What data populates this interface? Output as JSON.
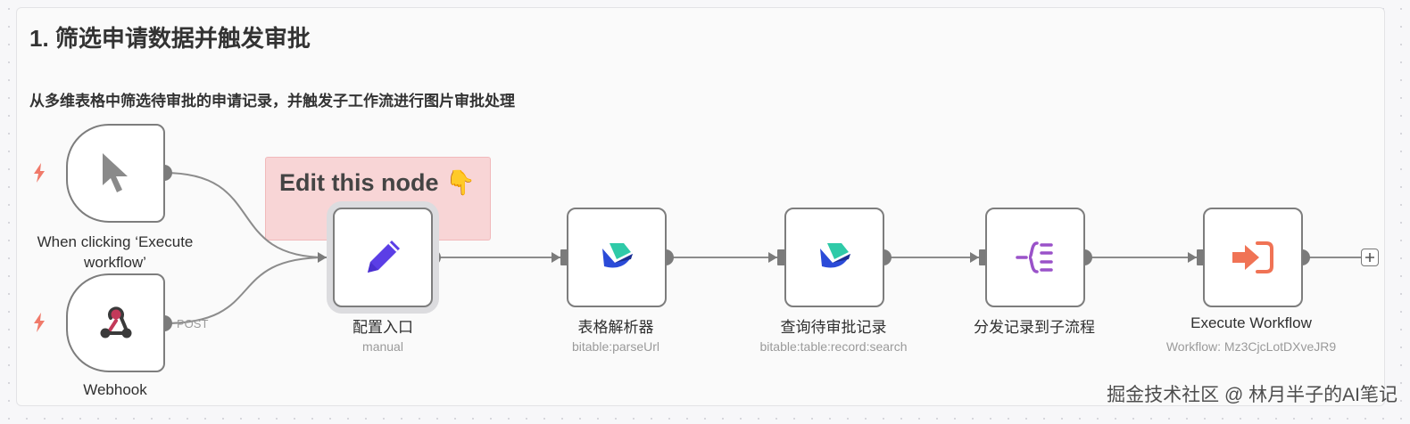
{
  "sticky": {
    "title": "1. 筛选申请数据并触发审批",
    "description": "从多维表格中筛选待审批的申请记录，并触发子工作流进行图片审批处理"
  },
  "edit_note": {
    "text": "Edit this node 👇"
  },
  "nodes": {
    "manual_trigger": {
      "label_line1": "When clicking ‘Execute",
      "label_line2": "workflow’"
    },
    "webhook": {
      "label": "Webhook",
      "post_label": "POST"
    },
    "config_entry": {
      "label": "配置入口",
      "sub": "manual"
    },
    "table_parser": {
      "label": "表格解析器",
      "sub": "bitable:parseUrl"
    },
    "query_pending": {
      "label": "查询待审批记录",
      "sub": "bitable:table:record:search"
    },
    "split_records": {
      "label": "分发记录到子流程"
    },
    "execute_workflow": {
      "label": "Execute Workflow",
      "sub": "Workflow: Mz3CjcLotDXveJR9"
    }
  },
  "icons": {
    "trigger_badge": "lightning-icon",
    "manual": "cursor-icon",
    "webhook": "webhook-icon",
    "config": "pencil-icon",
    "lark_bitable": "lark-bitable-icon",
    "split": "split-out-icon",
    "execute": "execute-workflow-icon",
    "add": "plus-icon"
  },
  "colors": {
    "bolt": "#f07a6a",
    "pencil": "#5b3ee6",
    "split": "#9a52c9",
    "execute": "#f07355",
    "edge": "#8c8c8c"
  },
  "watermark": "掘金技术社区 @ 林月半子的AI笔记"
}
